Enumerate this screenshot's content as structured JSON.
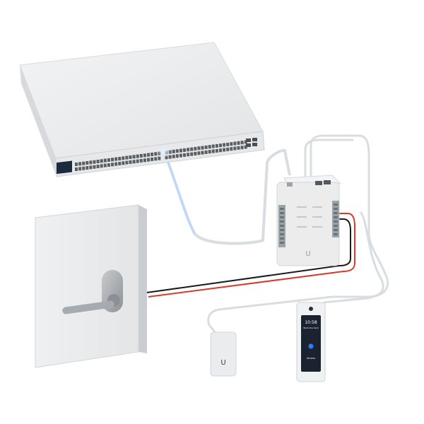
{
  "diagram": {
    "devices": [
      {
        "id": "switch",
        "icon": "network-switch-icon"
      },
      {
        "id": "hub",
        "icon": "access-hub-icon",
        "logo": "U"
      },
      {
        "id": "door",
        "icon": "door-with-lever-handle-icon"
      },
      {
        "id": "reader-small",
        "icon": "nfc-reader-icon",
        "logo": "U"
      },
      {
        "id": "reader-pro",
        "icon": "intercom-reader-icon"
      }
    ],
    "cables": [
      {
        "from": "switch",
        "to": "hub",
        "color": "#e9ecef",
        "type": "ethernet"
      },
      {
        "from": "hub",
        "to": "door",
        "color": "#d63a2a",
        "type": "lock-power"
      },
      {
        "from": "hub",
        "to": "door",
        "color": "#1a1a1a",
        "type": "lock-power"
      },
      {
        "from": "hub",
        "to": "reader-small",
        "color": "#e9ecef",
        "type": "ethernet"
      },
      {
        "from": "hub",
        "to": "reader-pro",
        "color": "#e9ecef",
        "type": "ethernet"
      }
    ],
    "reader_pro_screen": {
      "time": "10:58",
      "subtitle": "Welcome back",
      "footer": "Access"
    },
    "colors": {
      "device_body": "#ededed",
      "device_shadow": "#cfd2d5",
      "accent_blue": "#2f7cff",
      "red_wire": "#d63a2a",
      "black_wire": "#1a1a1a",
      "screen": "#1b2330"
    }
  }
}
